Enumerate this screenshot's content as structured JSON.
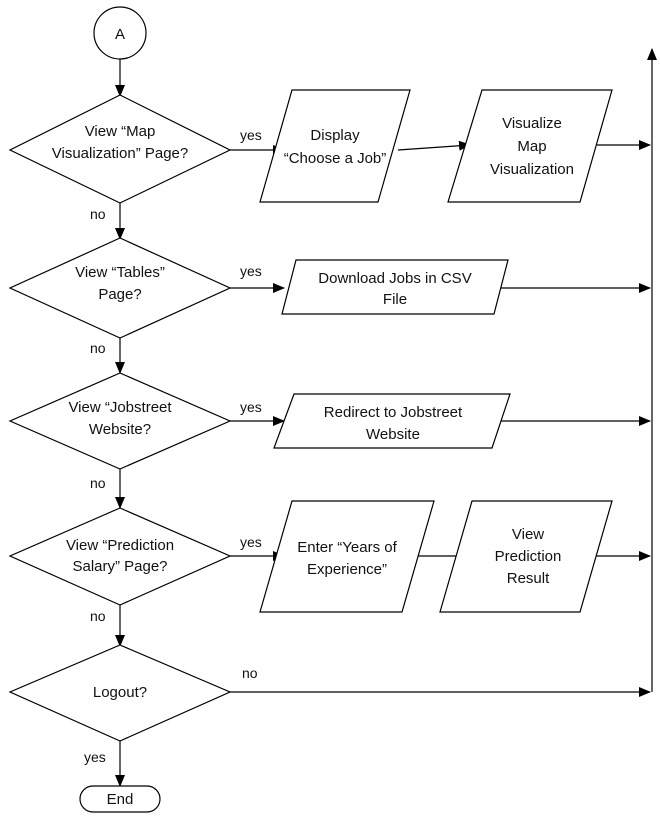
{
  "connector_start": "A",
  "decisions": [
    {
      "line1": "View “Map",
      "line2": "Visualization” Page?",
      "yes": "yes",
      "no": "no"
    },
    {
      "line1": "View “Tables”",
      "line2": "Page?",
      "yes": "yes",
      "no": "no"
    },
    {
      "line1": "View “Jobstreet",
      "line2": "Website?",
      "yes": "yes",
      "no": "no"
    },
    {
      "line1": "View “Prediction",
      "line2": "Salary” Page?",
      "yes": "yes",
      "no": "no"
    },
    {
      "line1": "Logout?",
      "no_right": "no",
      "yes_down": "yes"
    }
  ],
  "processes": {
    "display_choose_job": [
      "Display",
      "“Choose a Job”"
    ],
    "visualize_map": [
      "Visualize",
      "Map",
      "Visualization"
    ],
    "download_csv": [
      "Download Jobs in CSV",
      "File"
    ],
    "redirect_jobstreet": [
      "Redirect to Jobstreet",
      "Website"
    ],
    "enter_years": [
      "Enter “Years of",
      "Experience”"
    ],
    "view_prediction": [
      "View",
      "Prediction",
      "Result"
    ]
  },
  "terminator_end": "End"
}
